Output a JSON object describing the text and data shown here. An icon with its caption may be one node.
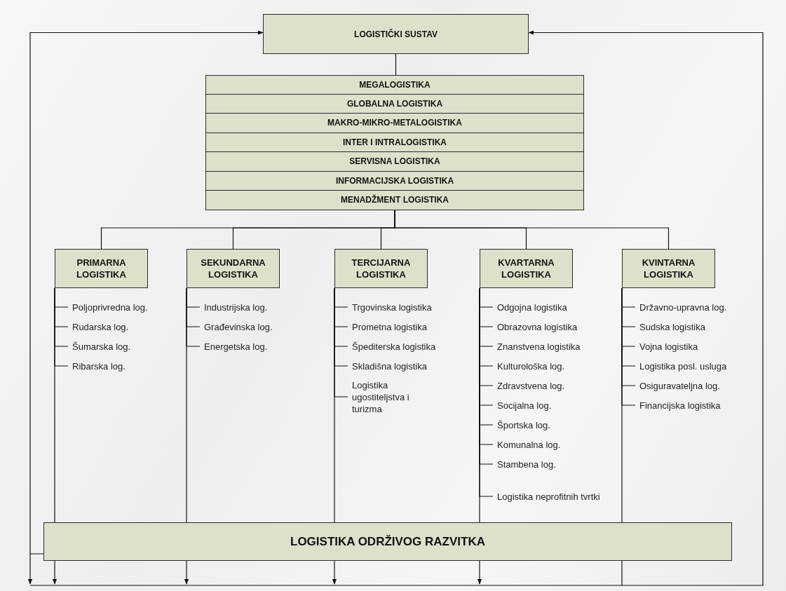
{
  "diagram": {
    "nodes": [
      {
        "text": [
          "LOGISTIČKI SUSTAV"
        ]
      },
      {
        "text": [
          "MEGALOGISTIKA"
        ]
      },
      {
        "text": [
          "GLOBALNA LOGISTIKA"
        ]
      },
      {
        "text": [
          "MAKRO-MIKRO-METALOGISTIKA"
        ]
      },
      {
        "text": [
          "INTER I INTRALOGISTIKA"
        ]
      },
      {
        "text": [
          "SERVISNA LOGISTIKA"
        ]
      },
      {
        "text": [
          "INFORMACIJSKA LOGISTIKA"
        ]
      },
      {
        "text": [
          "MENADŽMENT LOGISTIKA"
        ]
      },
      {
        "text": [
          "PRIMARNA LOGISTIKA"
        ]
      },
      {
        "text": [
          "Poljoprivredna log."
        ]
      },
      {
        "text": [
          "Rudarska log."
        ]
      },
      {
        "text": [
          "Šumarska log."
        ]
      },
      {
        "text": [
          "Ribarska log."
        ]
      },
      {
        "text": [
          "SEKUNDARNA LOGISTIKA"
        ]
      },
      {
        "text": [
          "Industrijska log."
        ]
      },
      {
        "text": [
          "Građevinska log."
        ]
      },
      {
        "text": [
          "Energetska log."
        ]
      },
      {
        "text": [
          "TERCIJARNA LOGISTIKA"
        ]
      },
      {
        "text": [
          "Trgovinska logistika"
        ]
      },
      {
        "text": [
          "Prometna logistika"
        ]
      },
      {
        "text": [
          "Špediterska logistika"
        ]
      },
      {
        "text": [
          "Skladišna logistika"
        ]
      },
      {
        "text": [
          "Logistika ugostiteljstva i turizma"
        ]
      },
      {
        "text": [
          "KVARTARNA LOGISTIKA"
        ]
      },
      {
        "text": [
          "Odgojna logistika"
        ]
      },
      {
        "text": [
          "Obrazovna logistika"
        ]
      },
      {
        "text": [
          "Znanstvena logistika"
        ]
      },
      {
        "text": [
          "Kulturološka log."
        ]
      },
      {
        "text": [
          "Zdravstvena log."
        ]
      },
      {
        "text": [
          "Socijalna log."
        ]
      },
      {
        "text": [
          "Športska log."
        ]
      },
      {
        "text": [
          "Komunalna log."
        ]
      },
      {
        "text": [
          "Stambena log."
        ]
      },
      {
        "text": [
          "Logistika neprofitnih tvrtki"
        ]
      },
      {
        "text": [
          "KVINTARNA LOGISTIKA"
        ]
      },
      {
        "text": [
          "Državno-upravna log."
        ]
      },
      {
        "text": [
          "Sudska logistika"
        ]
      },
      {
        "text": [
          "Vojna logistika"
        ]
      },
      {
        "text": [
          "Logistika posl. usluga"
        ]
      },
      {
        "text": [
          "Osiguravateljna log."
        ]
      },
      {
        "text": [
          "Financijska logistika"
        ]
      },
      {
        "text": [
          "LOGISTIKA ODRŽIVOG RAZVITKA"
        ]
      }
    ],
    "edges": [
      {
        "from": 0,
        "to": 1,
        "arrow": "none"
      },
      {
        "from": 7,
        "to": 8,
        "arrow": "none"
      },
      {
        "from": 7,
        "to": 13,
        "arrow": "none"
      },
      {
        "from": 7,
        "to": 17,
        "arrow": "none"
      },
      {
        "from": 7,
        "to": 23,
        "arrow": "none"
      },
      {
        "from": 7,
        "to": 34,
        "arrow": "none"
      },
      {
        "from": 8,
        "to": 9,
        "arrow": "none"
      },
      {
        "from": 8,
        "to": 10,
        "arrow": "none"
      },
      {
        "from": 8,
        "to": 11,
        "arrow": "none"
      },
      {
        "from": 8,
        "to": 12,
        "arrow": "none"
      },
      {
        "from": 13,
        "to": 14,
        "arrow": "none"
      },
      {
        "from": 13,
        "to": 15,
        "arrow": "none"
      },
      {
        "from": 13,
        "to": 16,
        "arrow": "none"
      },
      {
        "from": 17,
        "to": 18,
        "arrow": "none"
      },
      {
        "from": 17,
        "to": 19,
        "arrow": "none"
      },
      {
        "from": 17,
        "to": 20,
        "arrow": "none"
      },
      {
        "from": 17,
        "to": 21,
        "arrow": "none"
      },
      {
        "from": 17,
        "to": 22,
        "arrow": "none"
      },
      {
        "from": 23,
        "to": 24,
        "arrow": "none"
      },
      {
        "from": 23,
        "to": 25,
        "arrow": "none"
      },
      {
        "from": 23,
        "to": 26,
        "arrow": "none"
      },
      {
        "from": 23,
        "to": 27,
        "arrow": "none"
      },
      {
        "from": 23,
        "to": 28,
        "arrow": "none"
      },
      {
        "from": 23,
        "to": 29,
        "arrow": "none"
      },
      {
        "from": 23,
        "to": 30,
        "arrow": "none"
      },
      {
        "from": 23,
        "to": 31,
        "arrow": "none"
      },
      {
        "from": 23,
        "to": 32,
        "arrow": "none"
      },
      {
        "from": 23,
        "to": 33,
        "arrow": "none"
      },
      {
        "from": 34,
        "to": 35,
        "arrow": "none"
      },
      {
        "from": 34,
        "to": 36,
        "arrow": "none"
      },
      {
        "from": 34,
        "to": 37,
        "arrow": "none"
      },
      {
        "from": 34,
        "to": 38,
        "arrow": "none"
      },
      {
        "from": 34,
        "to": 39,
        "arrow": "none"
      },
      {
        "from": 34,
        "to": 40,
        "arrow": "none"
      },
      {
        "from": 8,
        "to": 41,
        "arrow": "none"
      },
      {
        "from": 13,
        "to": 41,
        "arrow": "none"
      },
      {
        "from": 17,
        "to": 41,
        "arrow": "none"
      },
      {
        "from": 23,
        "to": 41,
        "arrow": "none"
      },
      {
        "from": 34,
        "to": 41,
        "arrow": "none"
      },
      {
        "from": 41,
        "to": 0,
        "arrow": "to"
      },
      {
        "from": 41,
        "to": 0,
        "arrow": "to"
      }
    ]
  }
}
